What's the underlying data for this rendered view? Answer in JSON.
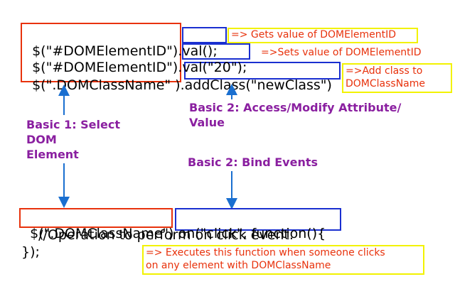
{
  "code": {
    "line1_selector": "$(\"#DOMElementID\")",
    "line1_dot": ".",
    "line1_method": "val();",
    "line2_selector": "$(\"#DOMElementID\")",
    "line2_dot": ".",
    "line2_method": "val(\"20\")",
    "line2_end": ";",
    "line3_selector": "$(\".DOMClassName\" )",
    "line3_dot": ".",
    "line3_method": "addClass(\"newClass\")",
    "line4_selector": "$(\".DOMClassName\")",
    "line4_method": "on(\"click\", function(){",
    "line5": "    //Operation to perform on click event.",
    "line6": "});"
  },
  "notes": {
    "get_value": "=> Gets value of DOMElementID",
    "set_value": "=>Sets value of DOMElementID",
    "add_class_line1": "=>Add class to",
    "add_class_line2": "DOMClassName",
    "executes_line1": "=> Executes this function when someone clicks",
    "executes_line2": "on any element with DOMClassName"
  },
  "labels": {
    "basic1_line1": "Basic 1: Select",
    "basic1_line2": "DOM",
    "basic1_line3": "Element",
    "basic2_attr_line1": "Basic 2: Access/Modify Attribute/",
    "basic2_attr_line2": "Value",
    "basic2_events": "Basic 2: Bind Events"
  },
  "colors": {
    "red_box": "#e8320c",
    "blue_box": "#1a2fd0",
    "yellow_box": "#f2f200",
    "label_purple": "#8a1fa0",
    "arrow_blue": "#1a6fd0"
  }
}
